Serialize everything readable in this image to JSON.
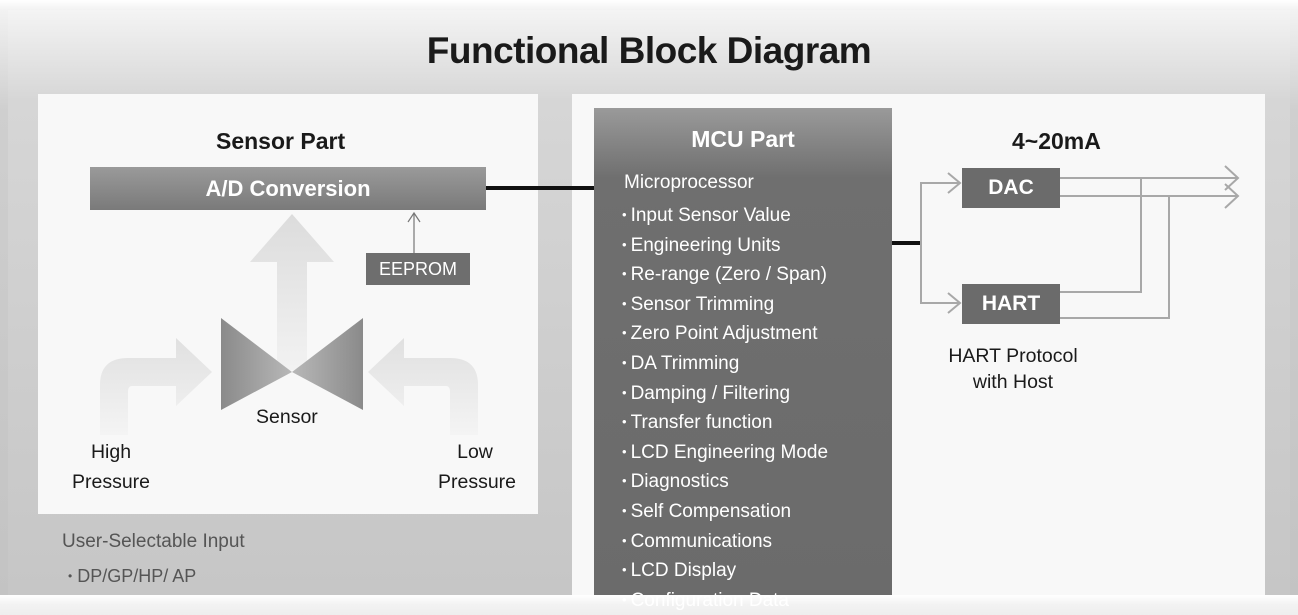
{
  "title": "Functional Block Diagram",
  "sensor_part": {
    "heading": "Sensor Part",
    "ad_conversion": "A/D Conversion",
    "eeprom": "EEPROM",
    "sensor": "Sensor",
    "high_pressure": [
      "High",
      "Pressure"
    ],
    "low_pressure": [
      "Low",
      "Pressure"
    ]
  },
  "user_selectable": {
    "label": "User-Selectable Input",
    "items": [
      "DP/GP/HP/ AP"
    ]
  },
  "mcu_part": {
    "heading": "MCU Part",
    "subheading": "Microprocessor",
    "functions": [
      "Input Sensor Value",
      "Engineering Units",
      "Re-range (Zero / Span)",
      "Sensor Trimming",
      "Zero Point Adjustment",
      "DA Trimming",
      "Damping / Filtering",
      "Transfer function",
      "LCD Engineering Mode",
      "Diagnostics",
      "Self Compensation",
      "Communications",
      "LCD Display",
      "Configuration Data"
    ]
  },
  "output_part": {
    "heading": "4~20mA",
    "dac": "DAC",
    "hart": "HART",
    "hart_protocol": [
      "HART Protocol",
      "with Host"
    ]
  },
  "colors": {
    "dark_box": "#6b6b6b",
    "light_arrow": "#e2e2e2",
    "connector_line": "#a8a8a8",
    "thick_line": "#111111"
  }
}
